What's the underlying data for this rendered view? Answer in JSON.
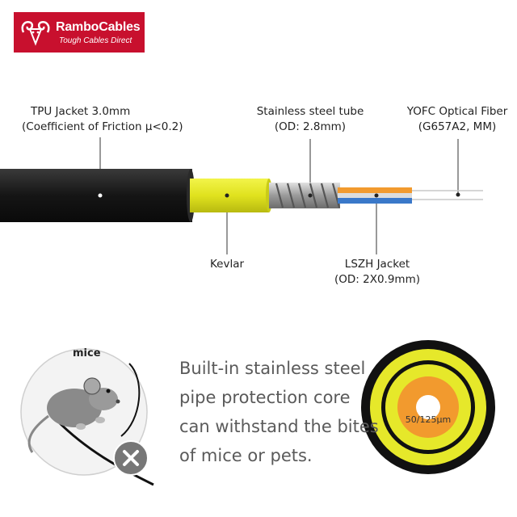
{
  "brand": {
    "name": "RamboCables",
    "tagline": "Tough Cables Direct",
    "color": "#c8102e"
  },
  "labels": {
    "tpu_line1": "TPU Jacket 3.0mm",
    "tpu_line2": "(Coefficient of Friction  μ<0.2)",
    "steel_line1": "Stainless steel tube",
    "steel_line2": "(OD: 2.8mm)",
    "fiber_line1": "YOFC Optical Fiber",
    "fiber_line2": "(G657A2, MM)",
    "kevlar": "Kevlar",
    "lszh_line1": "LSZH Jacket",
    "lszh_line2": "(OD: 2X0.9mm)"
  },
  "feature": {
    "mice_label": "mice",
    "line1": "Built-in stainless steel",
    "line2": "pipe protection core",
    "line3": "can withstand the bites",
    "line4": "of mice or pets."
  },
  "core": {
    "label": "50/125μm"
  },
  "colors": {
    "jacket": "#1c1c1c",
    "kevlar": "#e6e82a",
    "steel": "#b5b5b5",
    "fiber_orange": "#f29a2e",
    "fiber_blue": "#3a78c9",
    "core_orange": "#f29a2e",
    "text_gray": "#5a5a5a"
  }
}
